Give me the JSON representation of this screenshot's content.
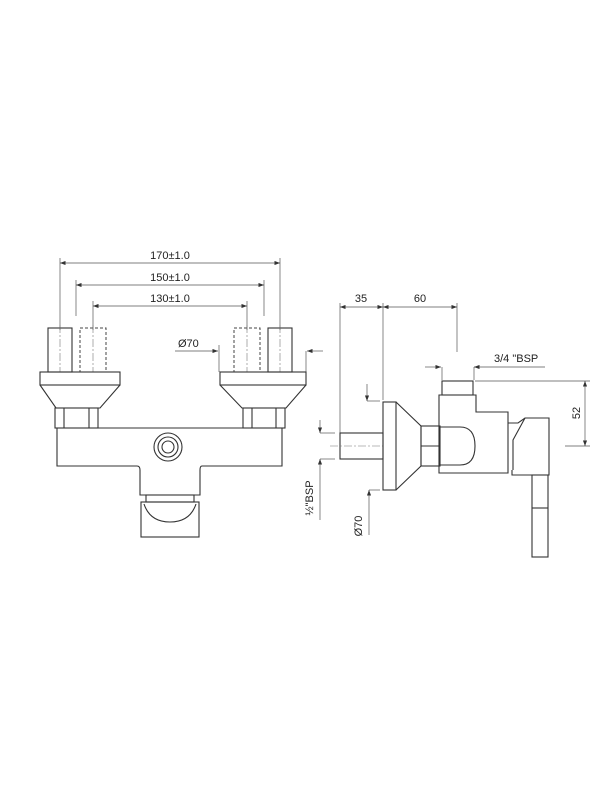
{
  "drawing": {
    "front_view": {
      "dim_outer": "170±1.0",
      "dim_middle": "150±1.0",
      "dim_inner": "130±1.0",
      "dim_diameter": "Ø70"
    },
    "side_view": {
      "dim_depth_a": "35",
      "dim_depth_b": "60",
      "dim_outlet_thread": "3/4 \"BSP",
      "dim_height": "52",
      "dim_inlet_thread": "½\"BSP",
      "dim_flange_diameter": "Ø70"
    }
  }
}
